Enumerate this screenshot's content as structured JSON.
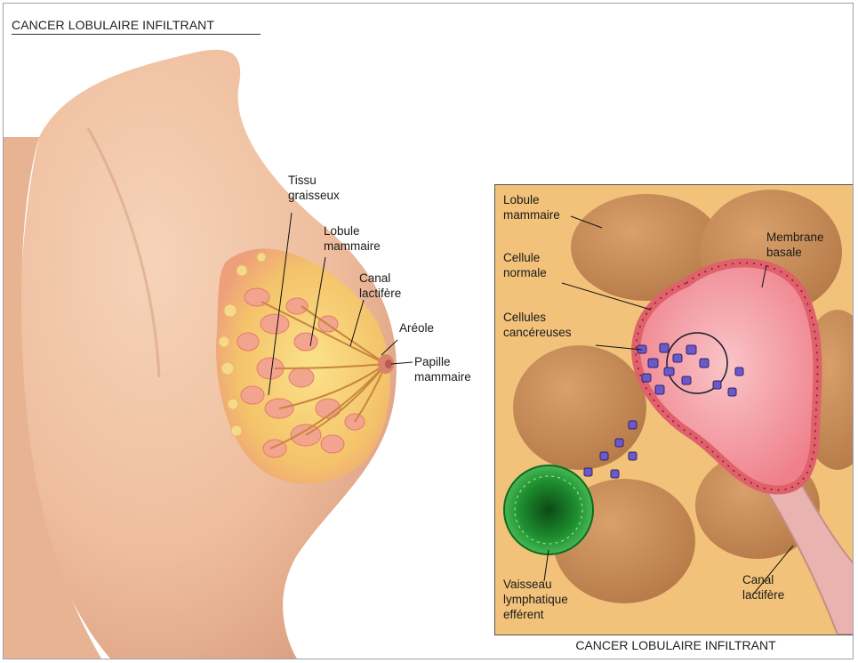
{
  "title": "CANCER LOBULAIRE INFILTRANT",
  "caption": "CANCER LOBULAIRE INFILTRANT",
  "breast_labels": {
    "tissu": [
      "Tissu",
      "graisseux"
    ],
    "lobule": [
      "Lobule",
      "mammaire"
    ],
    "canal": [
      "Canal",
      "lactifère"
    ],
    "areole": [
      "Aréole"
    ],
    "papille": [
      "Papille",
      "mammaire"
    ]
  },
  "inset_labels": {
    "lobule": [
      "Lobule",
      "mammaire"
    ],
    "membrane": [
      "Membrane",
      "basale"
    ],
    "cellule": [
      "Cellule",
      "normale"
    ],
    "cancereuses": [
      "Cellules",
      "cancéreuses"
    ],
    "vaisseau": [
      "Vaisseau",
      "lymphatique",
      "efférent"
    ],
    "canal": [
      "Canal",
      "lactifère"
    ]
  },
  "colors": {
    "skin": "#f0c4a6",
    "skin_shadow": "#d9a184",
    "gland": "#f7d66a",
    "lobule": "#f2a48f",
    "inset_bg": "#f2c27a",
    "lobe_brown": "#c48a55",
    "duct_pink": "#f27a86",
    "cancer_purple": "#6b58c9",
    "vessel_green": "#1f9c34"
  }
}
